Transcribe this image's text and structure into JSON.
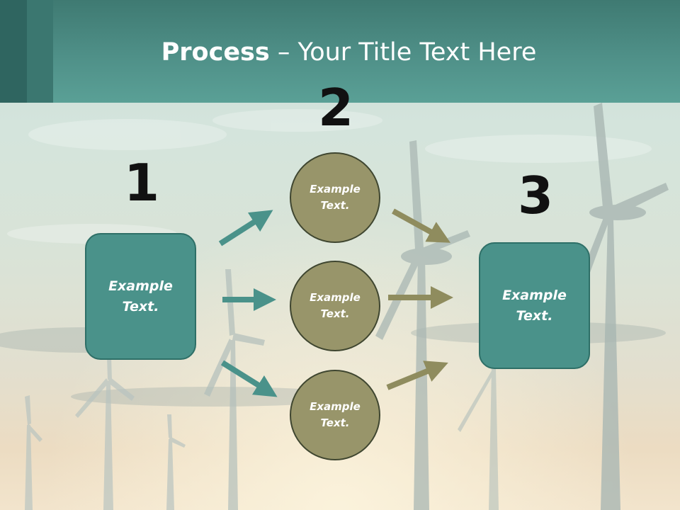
{
  "title": {
    "bold": "Process",
    "rest": " – Your Title Text Here"
  },
  "steps": {
    "one": "1",
    "two": "2",
    "three": "3"
  },
  "boxes": {
    "left": "Example Text.",
    "right": "Example Text."
  },
  "circles": {
    "top": "Example Text.",
    "middle": "Example Text.",
    "bottom": "Example Text."
  },
  "colors": {
    "header": "#4f9088",
    "box_fill": "#4a928a",
    "circle_fill": "#98956a",
    "teal_arrow": "#4a928a",
    "olive_arrow": "#8f8c5e"
  }
}
